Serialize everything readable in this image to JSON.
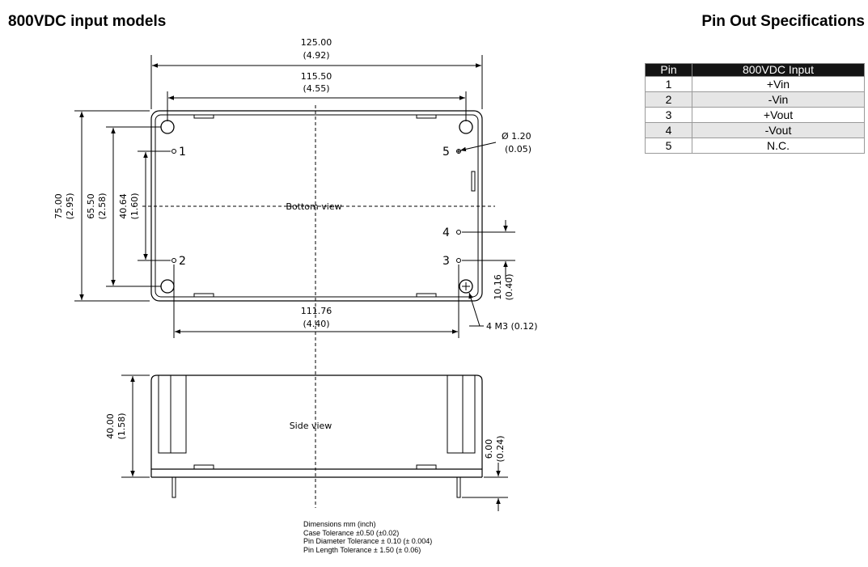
{
  "titles": {
    "left": "800VDC input models",
    "right": "Pin Out Specifications"
  },
  "table": {
    "headers": [
      "Pin",
      "800VDC Input"
    ],
    "rows": [
      [
        "1",
        "+Vin"
      ],
      [
        "2",
        "-Vin"
      ],
      [
        "3",
        "+Vout"
      ],
      [
        "4",
        "-Vout"
      ],
      [
        "5",
        "N.C."
      ]
    ]
  },
  "drawing": {
    "bottom_view_label": "Bottom view",
    "side_view_label": "Side view",
    "pin_numbers": [
      "1",
      "2",
      "3",
      "4",
      "5"
    ],
    "dims": {
      "width_total": [
        "125.00",
        "(4.92)"
      ],
      "width_holes": [
        "115.50",
        "(4.55)"
      ],
      "width_pins": [
        "111.76",
        "(4.40)"
      ],
      "height_total": [
        "75.00",
        "(2.95)"
      ],
      "height_holes": [
        "65.50",
        "(2.58)"
      ],
      "height_pins": [
        "40.64",
        "(1.60)"
      ],
      "pin_offset": [
        "10.16",
        "(0.40)"
      ],
      "side_height": [
        "40.00",
        "(1.58)"
      ],
      "pin_length": [
        "6.00",
        "(0.24)"
      ],
      "pin_diameter": [
        "Ø 1.20",
        "(0.05)"
      ],
      "mount_hole": "4 M3 (0.12)"
    }
  },
  "notes": [
    "Dimensions mm (inch)",
    "Case Tolerance ±0.50 (±0.02)",
    "Pin Diameter Tolerance ± 0.10 (± 0.004)",
    "Pin Length Tolerance ± 1.50 (± 0.06)"
  ]
}
